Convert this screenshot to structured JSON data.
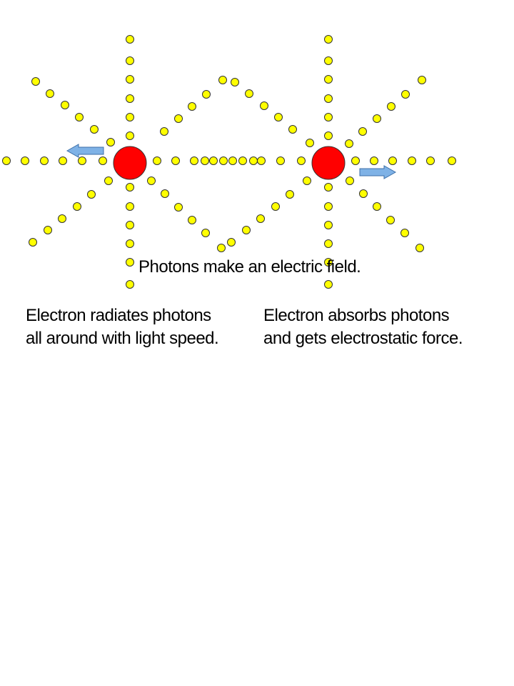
{
  "captions": {
    "field": "Photons make an electric field.",
    "radiate": {
      "line1": "Electron radiates photons",
      "line2": "all around with light speed."
    },
    "absorb": {
      "line1": "Electron absorbs photons",
      "line2": "and gets electrostatic force."
    }
  },
  "colors": {
    "electron": "#ff0000",
    "photon": "#ffff00",
    "outline": "#333333",
    "arrow": "#7fb2e6",
    "arrow_outline": "#3c6fa8"
  },
  "diagram": {
    "electrons": [
      {
        "name": "emitting-electron"
      },
      {
        "name": "absorbing-electron"
      }
    ],
    "arrows": [
      {
        "direction": "left"
      },
      {
        "direction": "right"
      }
    ]
  }
}
